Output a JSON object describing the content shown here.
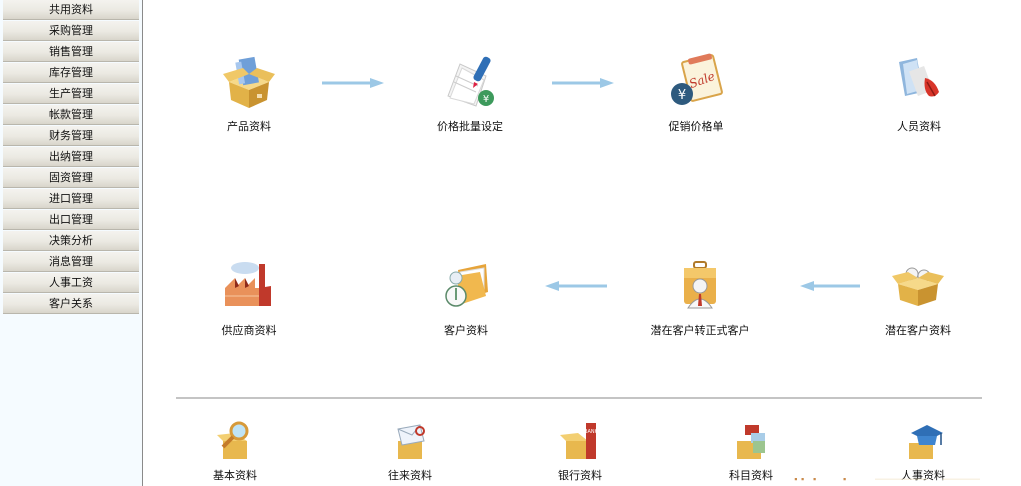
{
  "sidebar": {
    "items": [
      {
        "label": "共用资料"
      },
      {
        "label": "采购管理"
      },
      {
        "label": "销售管理"
      },
      {
        "label": "库存管理"
      },
      {
        "label": "生产管理"
      },
      {
        "label": "帐款管理"
      },
      {
        "label": "财务管理"
      },
      {
        "label": "出纳管理"
      },
      {
        "label": "固资管理"
      },
      {
        "label": "进口管理"
      },
      {
        "label": "出口管理"
      },
      {
        "label": "决策分析"
      },
      {
        "label": "消息管理"
      },
      {
        "label": "人事工资"
      },
      {
        "label": "客户关系"
      }
    ]
  },
  "flow": {
    "row1": [
      {
        "label": "产品资料",
        "icon": "product-box-icon"
      },
      {
        "label": "价格批量设定",
        "icon": "price-setting-icon"
      },
      {
        "label": "促销价格单",
        "icon": "sale-price-list-icon"
      },
      {
        "label": "人员资料",
        "icon": "staff-card-icon"
      }
    ],
    "row2": [
      {
        "label": "供应商资料",
        "icon": "factory-icon"
      },
      {
        "label": "客户资料",
        "icon": "customer-folder-icon"
      },
      {
        "label": "潜在客户转正式客户",
        "icon": "briefcase-person-icon"
      },
      {
        "label": "潜在客户资料",
        "icon": "people-box-icon"
      }
    ],
    "row3": [
      {
        "label": "基本资料",
        "icon": "magnifier-box-icon"
      },
      {
        "label": "往来资料",
        "icon": "envelope-box-icon"
      },
      {
        "label": "银行资料",
        "icon": "bank-box-icon"
      },
      {
        "label": "科目资料",
        "icon": "books-box-icon"
      },
      {
        "label": "人事资料",
        "icon": "graduation-cap-box-icon"
      }
    ]
  },
  "colors": {
    "arrow": "#9cc8e6",
    "sidebar_bg": "#f5fbff",
    "divider": "#c4c4c4"
  }
}
